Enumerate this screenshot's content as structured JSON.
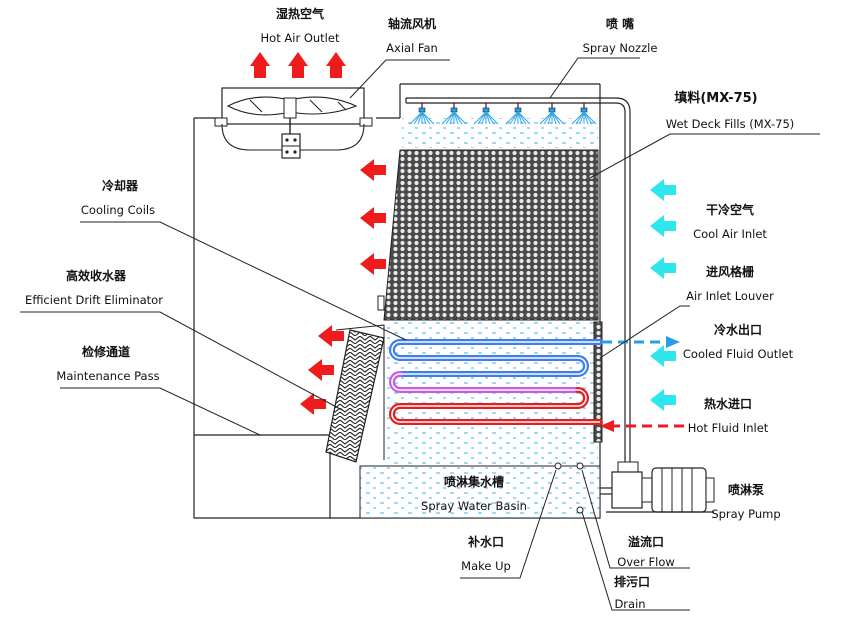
{
  "labels": {
    "hot_air_outlet": {
      "cn": "湿热空气",
      "en": "Hot Air Outlet"
    },
    "axial_fan": {
      "cn": "轴流风机",
      "en": "Axial Fan"
    },
    "spray_nozzle": {
      "cn": "喷 嘴",
      "en": "Spray Nozzle"
    },
    "wet_deck_fills": {
      "cn": "填料(MX-75)",
      "en": "Wet Deck Fills (MX-75)"
    },
    "cooling_coils": {
      "cn": "冷却器",
      "en": "Cooling Coils"
    },
    "cool_air_inlet": {
      "cn": "干冷空气",
      "en": "Cool Air Inlet"
    },
    "drift_eliminator": {
      "cn": "高效收水器",
      "en": "Efficient Drift Eliminator"
    },
    "air_inlet_louver": {
      "cn": "进风格栅",
      "en": "Air Inlet Louver"
    },
    "cooled_fluid_outlet": {
      "cn": "冷水出口",
      "en": "Cooled Fluid Outlet"
    },
    "maintenance_pass": {
      "cn": "检修通道",
      "en": "Maintenance Pass"
    },
    "hot_fluid_inlet": {
      "cn": "热水进口",
      "en": "Hot Fluid Inlet"
    },
    "spray_water_basin": {
      "cn": "喷淋集水槽",
      "en": "Spray Water Basin"
    },
    "spray_pump": {
      "cn": "喷淋泵",
      "en": "Spray Pump"
    },
    "make_up": {
      "cn": "补水口",
      "en": "Make Up"
    },
    "over_flow": {
      "cn": "溢流口",
      "en": "Over Flow"
    },
    "drain": {
      "cn": "排污口",
      "en": "Drain"
    }
  },
  "colors": {
    "hot_arrow": "#ee1c1c",
    "cool_arrow": "#2ee6ee",
    "cooled_outlet": "#2a9fe6",
    "water_dots": "#2aa8e8",
    "coil_blue": "#3d7df0",
    "coil_purple": "#c85ae6",
    "coil_red": "#e61e1e",
    "fill_mesh": "#333333"
  }
}
